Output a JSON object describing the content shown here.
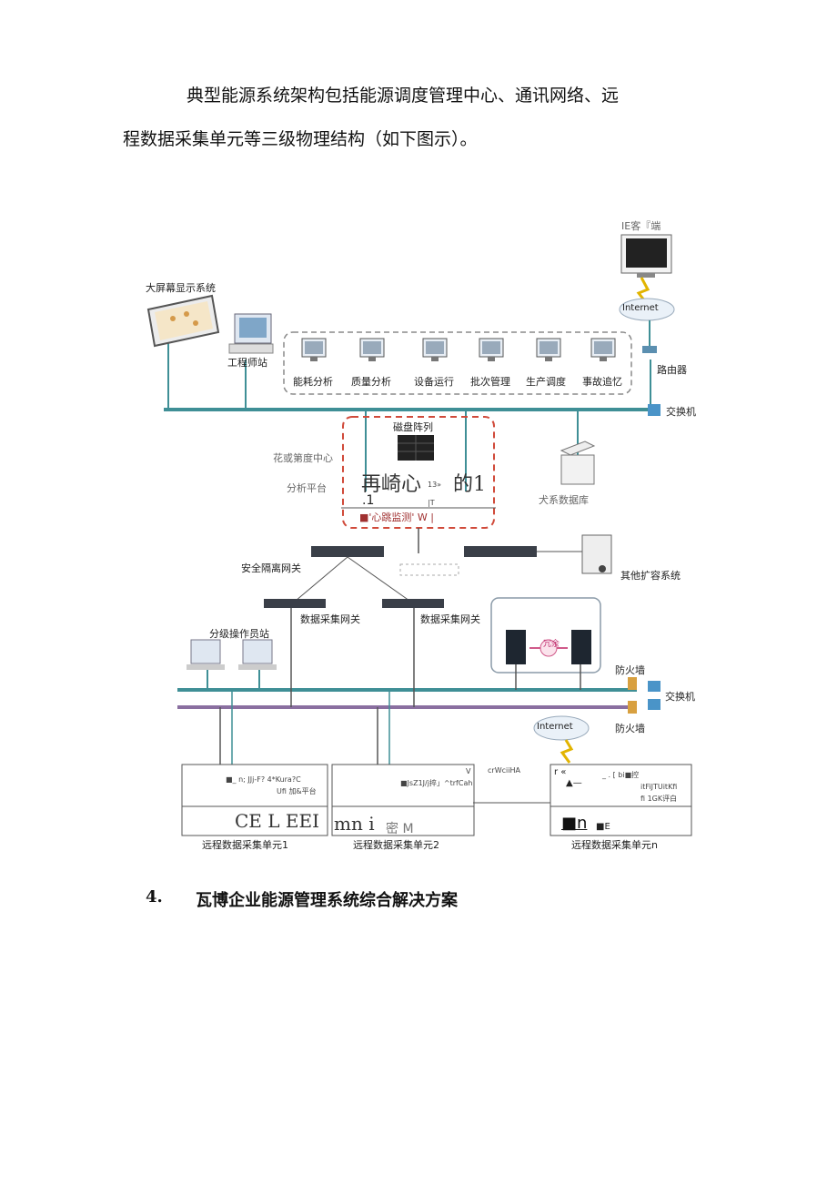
{
  "paragraph": {
    "line1": "典型能源系统架构包括能源调度管理中心、通讯网络、远",
    "line2": "程数据采集单元等三级物理结构（如下图示）。"
  },
  "diagram": {
    "ie_client": "IE客『端",
    "internet_top": "Internet",
    "router": "路由器",
    "big_screen": "大屏幕显示系统",
    "workstation": "工程师站",
    "modules": [
      "能耗分析",
      "质量分析",
      "设备运行",
      "批次管理",
      "生产调度",
      "事故追忆"
    ],
    "switch_top": "交换机",
    "disk_array": "磁盘阵列",
    "center": "花或第度中心",
    "platform": "分析平台",
    "garbled_big": "再崎心",
    "garbled_small": "13»",
    "garbled_big2": "的1",
    "garbled_row": ".1",
    "garbled_t": "|T",
    "heartbeat": "■'心跳监测' W |",
    "database": "犬系数据库",
    "security_gateway": "安全隔离网关",
    "other_systems": "其他扩容系统",
    "gateway1": "数据采集网关",
    "gateway2": "数据采集网关",
    "operator_station": "分级操作员站",
    "redundant": "冗余",
    "firewall1": "防火墙",
    "switch_bottom": "交换机",
    "internet_bottom": "Internet",
    "firewall2": "防火墙",
    "unit1_top": "■_ n;  JJj-F? 4*Kura?C",
    "unit1_sub": "Ufi 加&平台",
    "unit1_big": "CE L EEI",
    "unit1_label": "远程数据采集单元1",
    "unit2_corner": "V",
    "unit2_top": "■JsZ1J/j捽」^trfCah",
    "unit2_big": "mn i",
    "unit2_small": "密 M",
    "unit2_label": "远程数据采集单元2",
    "crwcii": "crWciiHA",
    "unit3_top": "r «",
    "unit3_line1": "_ . [ bi■控",
    "unit3_line2": "▲—",
    "unit3_line3": "itFiJTUitKfi",
    "unit3_line4": "fi 1GK评白",
    "unit3_big": "■n",
    "unit3_small": "■E",
    "unit3_label": "远程数据采集单元n"
  },
  "section": {
    "number": "4.",
    "title": "瓦博企业能源管理系统综合解决方案"
  },
  "colors": {
    "bus_teal": "#3f8f96",
    "bus_purple": "#8a6fa0",
    "dashed_red": "#d04a3a",
    "dashed_gray": "#8a8a8a"
  }
}
